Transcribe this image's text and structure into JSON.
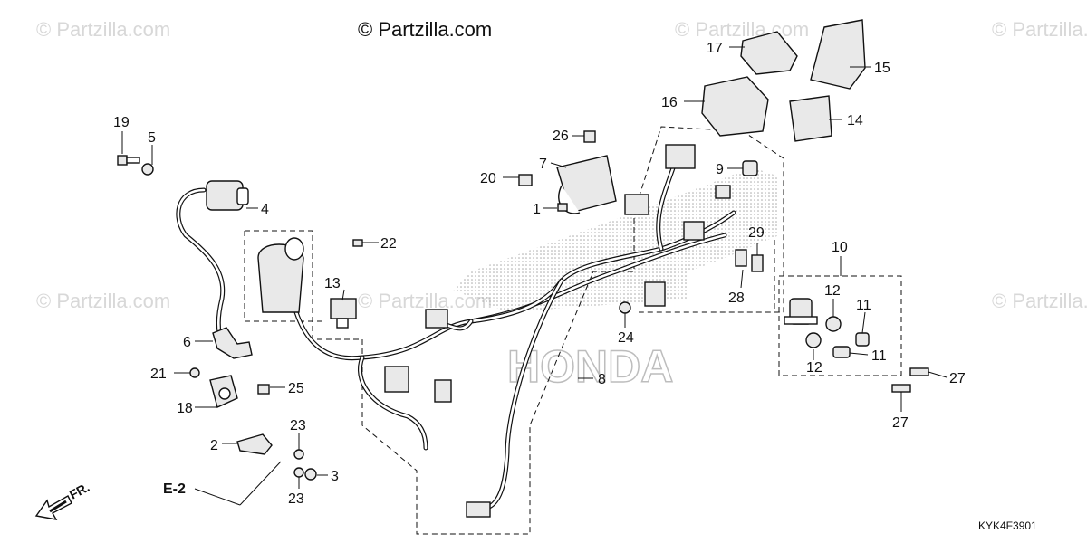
{
  "watermarks": {
    "main": "© Partzilla.com",
    "faint": "© Partzilla.com"
  },
  "brand_mark": "HONDA",
  "diagram_code": "KYK4F3901",
  "direction_label": "FR.",
  "ref_label": "E-2",
  "callouts": {
    "c1": "1",
    "c2": "2",
    "c3": "3",
    "c4": "4",
    "c5": "5",
    "c6": "6",
    "c7": "7",
    "c8": "8",
    "c9": "9",
    "c10": "10",
    "c11a": "11",
    "c11b": "11",
    "c12a": "12",
    "c12b": "12",
    "c13": "13",
    "c14": "14",
    "c15": "15",
    "c16": "16",
    "c17": "17",
    "c18": "18",
    "c19": "19",
    "c20": "20",
    "c21": "21",
    "c22": "22",
    "c23a": "23",
    "c23b": "23",
    "c24": "24",
    "c25": "25",
    "c26": "26",
    "c27a": "27",
    "c27b": "27",
    "c28": "28",
    "c29": "29"
  }
}
